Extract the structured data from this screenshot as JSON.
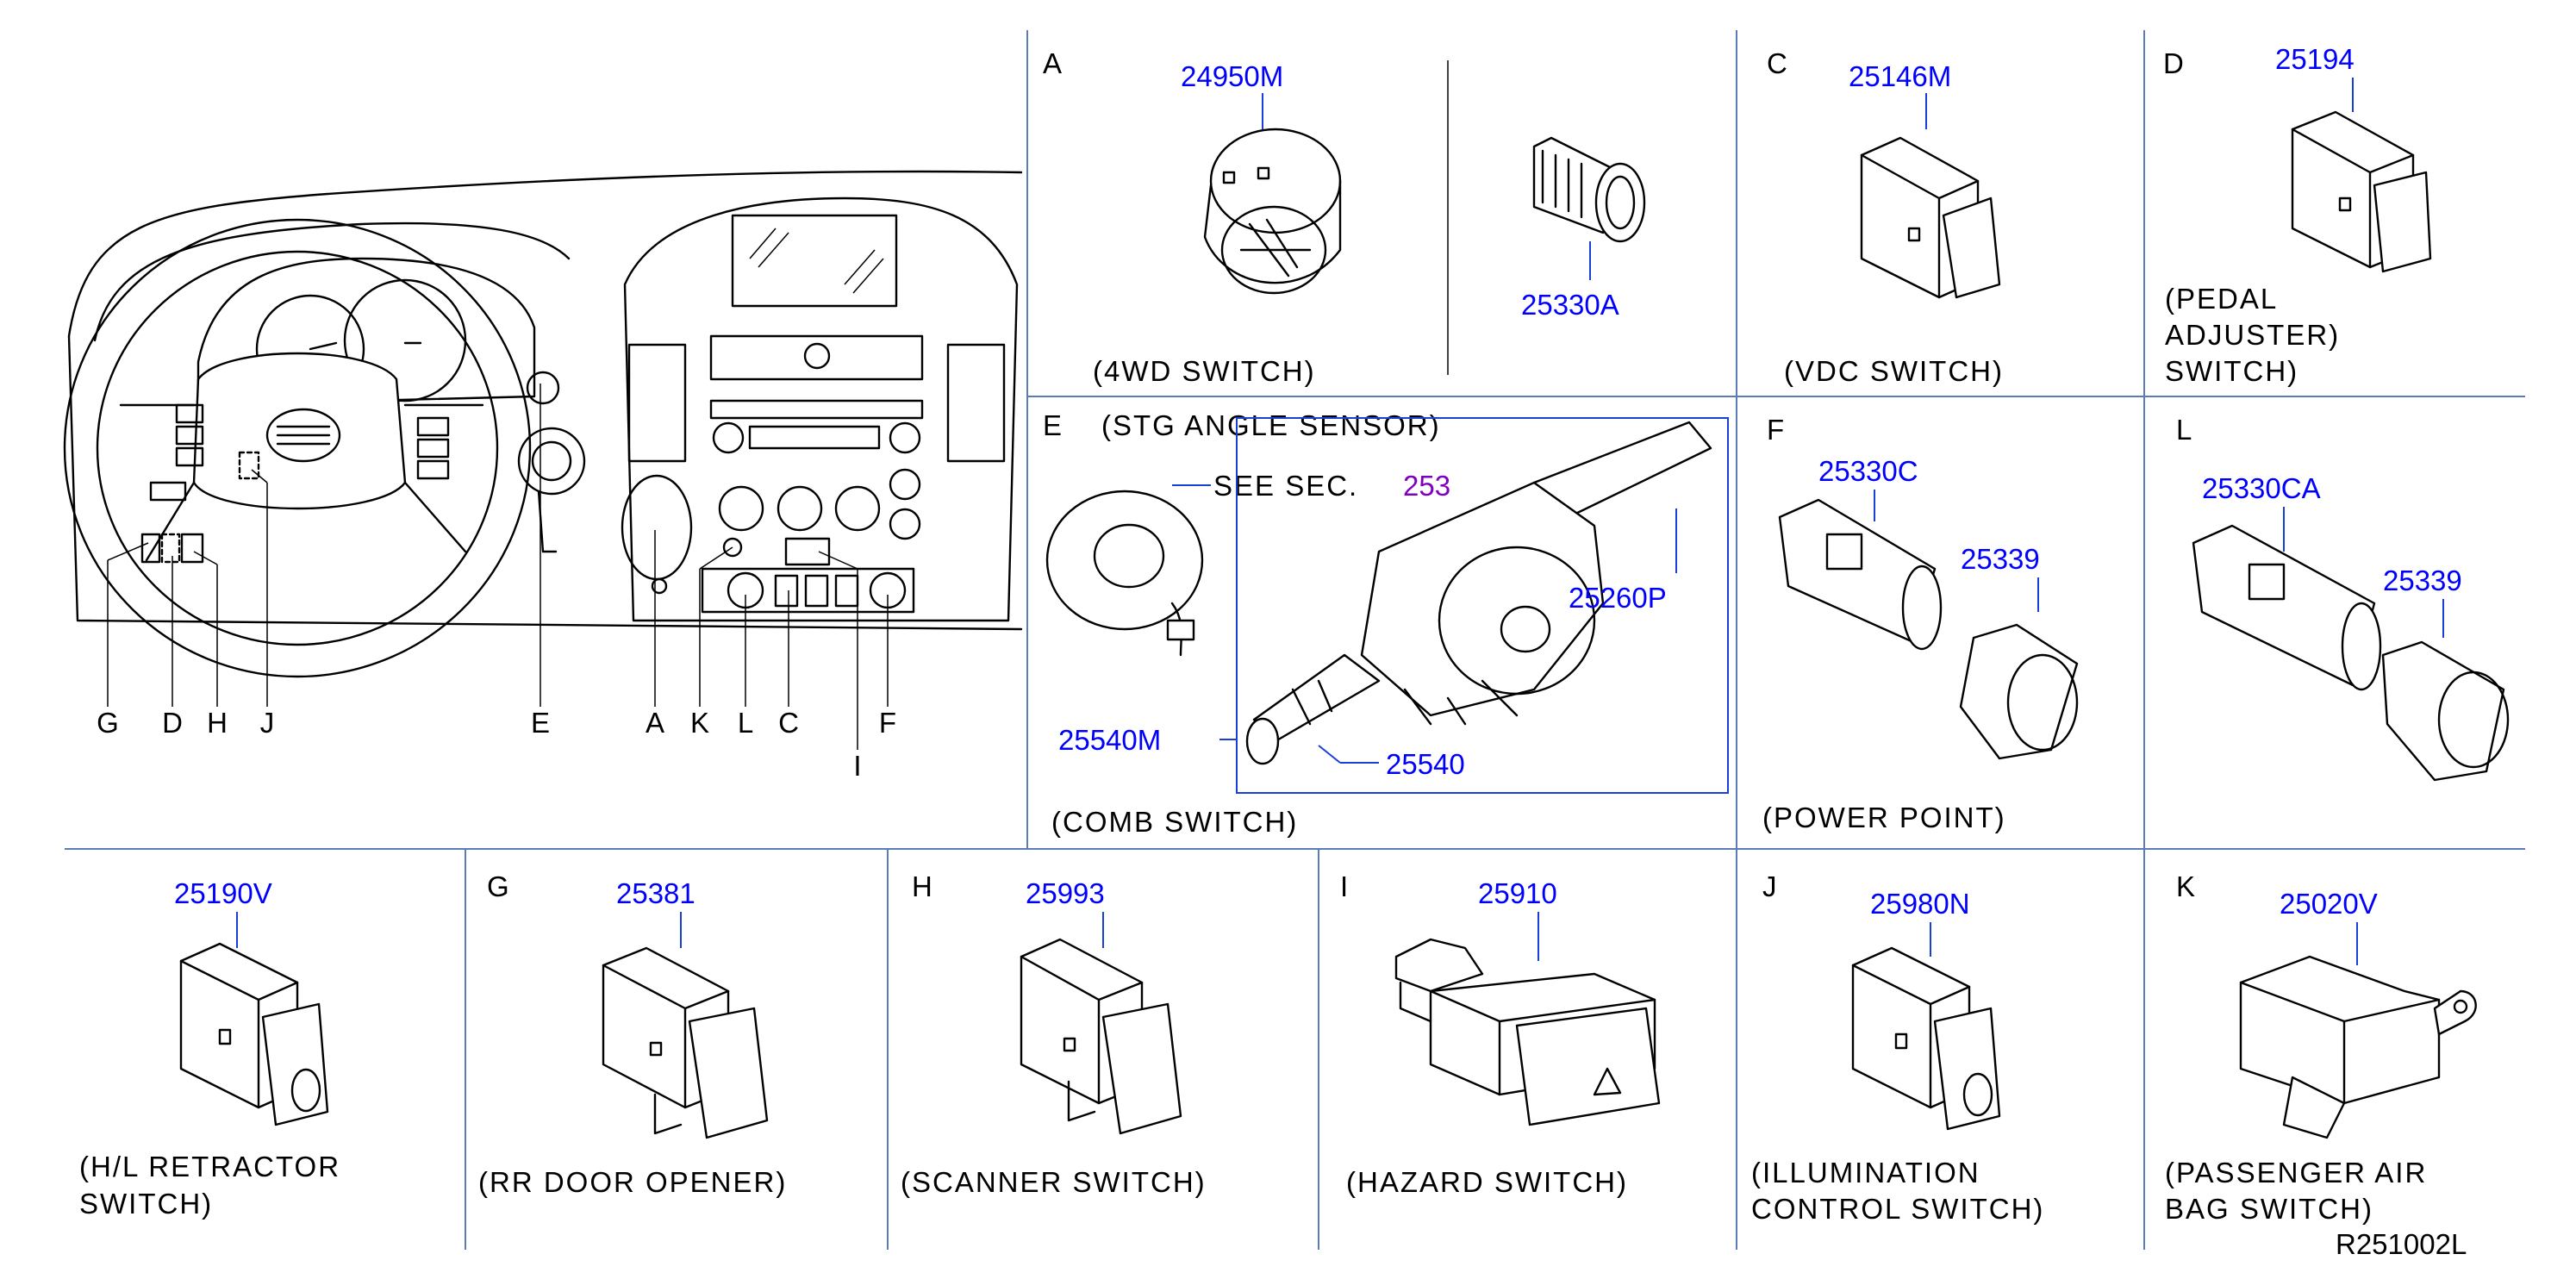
{
  "diagram_code": "R251002L",
  "overview": {
    "letters": [
      "G",
      "D",
      "H",
      "J",
      "E",
      "A",
      "K",
      "L",
      "C",
      "F",
      "I"
    ]
  },
  "panels": {
    "A": {
      "letter": "A",
      "parts": [
        "24950M",
        "25330A"
      ],
      "caption": [
        "(4WD  SWITCH)"
      ]
    },
    "C": {
      "letter": "C",
      "parts": [
        "25146M"
      ],
      "caption": [
        "(VDC  SWITCH)"
      ]
    },
    "D": {
      "letter": "D",
      "parts": [
        "25194"
      ],
      "caption": [
        "(PEDAL",
        "ADJUSTER)",
        "SWITCH)"
      ]
    },
    "E": {
      "letter": "E",
      "title": "(STG  ANGLE  SENSOR)",
      "see_sec": "SEE  SEC.",
      "sec_ref": "253",
      "parts": [
        "25260P",
        "25540M",
        "25540"
      ],
      "caption": [
        "(COMB  SWITCH)"
      ]
    },
    "F": {
      "letter": "F",
      "parts": [
        "25330C",
        "25339"
      ],
      "caption": [
        "(POWER  POINT)"
      ]
    },
    "L": {
      "letter": "L",
      "parts": [
        "25330CA",
        "25339"
      ]
    },
    "HL": {
      "parts": [
        "25190V"
      ],
      "caption": [
        "(H/L  RETRACTOR",
        "SWITCH)"
      ]
    },
    "G": {
      "letter": "G",
      "parts": [
        "25381"
      ],
      "caption": [
        "(RR  DOOR  OPENER)"
      ]
    },
    "H": {
      "letter": "H",
      "parts": [
        "25993"
      ],
      "caption": [
        "(SCANNER  SWITCH)"
      ]
    },
    "I": {
      "letter": "I",
      "parts": [
        "25910"
      ],
      "caption": [
        "(HAZARD  SWITCH)"
      ]
    },
    "J": {
      "letter": "J",
      "parts": [
        "25980N"
      ],
      "caption": [
        "(ILLUMINATION",
        "CONTROL  SWITCH)"
      ]
    },
    "K": {
      "letter": "K",
      "parts": [
        "25020V"
      ],
      "caption": [
        "(PASSENGER  AIR",
        "BAG  SWITCH)"
      ]
    }
  },
  "colors": {
    "part_number": "#0000ff",
    "section_ref": "#8000c0",
    "grid": "#5a7ab8",
    "line": "#000000"
  }
}
